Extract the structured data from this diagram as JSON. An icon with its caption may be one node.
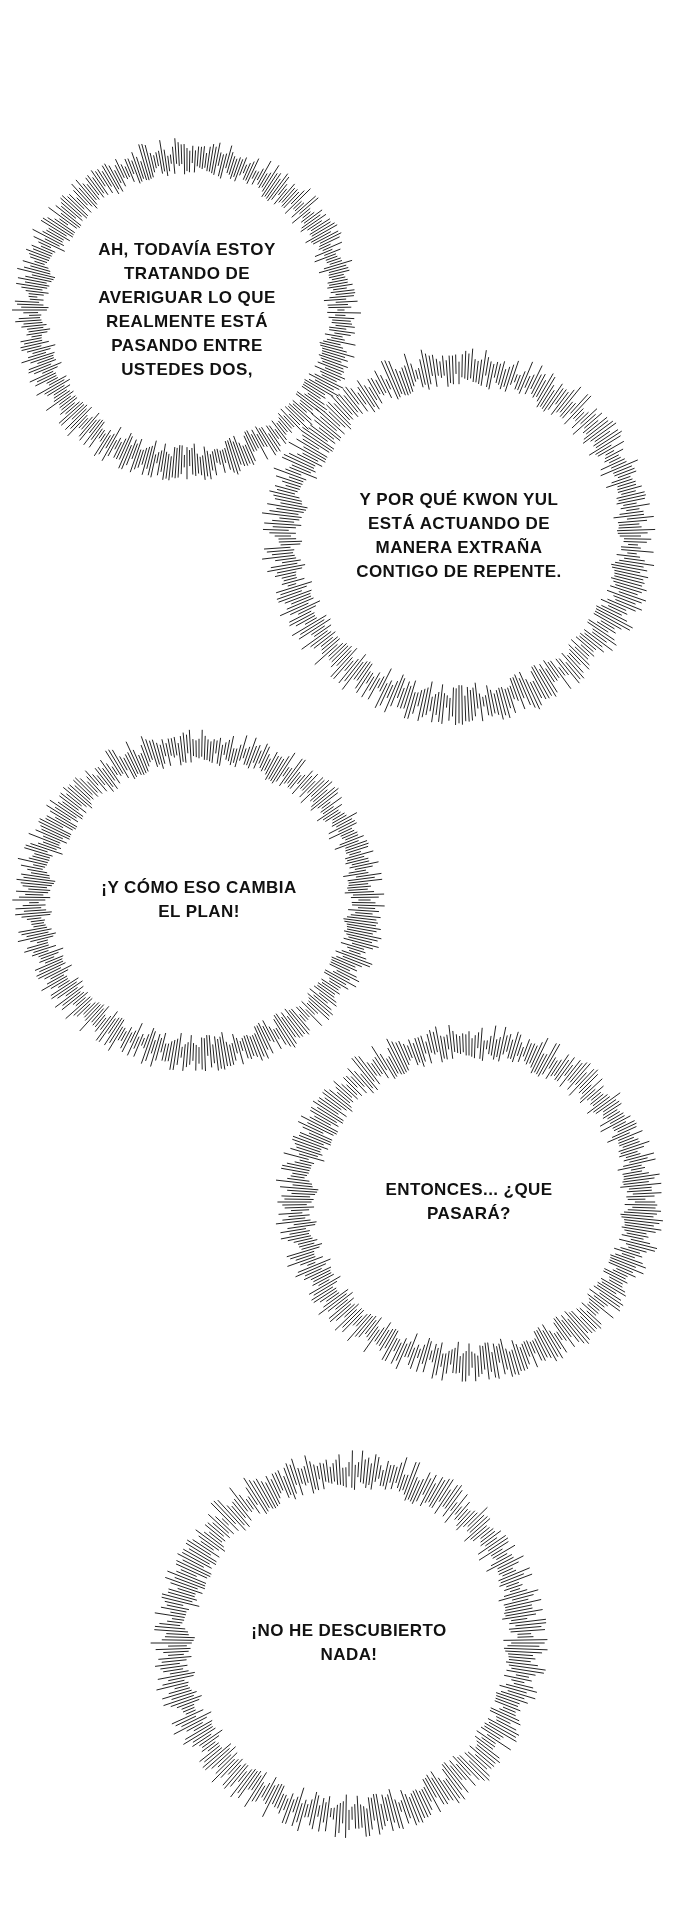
{
  "diagram": {
    "nodes": [
      {
        "text": [
          "AH, TODAVÍA ESTOY TRATANDO DE AVERIGUAR LO QUE REALMENTE ESTÁ PASANDO ENTRE USTEDES DOS,"
        ]
      },
      {
        "text": [
          "Y POR QUÉ KWON YUL ESTÁ ACTUANDO DE MANERA EXTRAÑA CONTIGO DE REPENTE."
        ]
      },
      {
        "text": [
          "¡Y CÓMO ESO CAMBIA EL PLAN!"
        ]
      },
      {
        "text": [
          "ENTONCES... ¿QUE PASARÁ?"
        ]
      },
      {
        "text": [
          "¡NO HE DESCUBIERTO NADA!"
        ]
      }
    ]
  }
}
